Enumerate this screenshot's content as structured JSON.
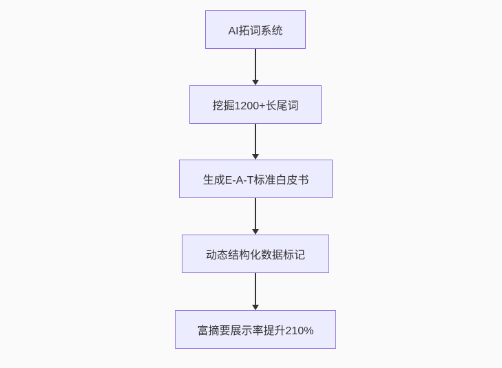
{
  "diagram": {
    "type": "flowchart-top-down",
    "colors": {
      "background": "#fafafa",
      "node_fill": "#ECECFF",
      "node_border": "#9370DB",
      "arrow_color": "#333333",
      "text_color": "#333333"
    },
    "nodes": [
      {
        "id": "step-1",
        "label": "AI拓词系统"
      },
      {
        "id": "step-2",
        "label": "挖掘1200+长尾词"
      },
      {
        "id": "step-3",
        "label": "生成E-A-T标准白皮书"
      },
      {
        "id": "step-4",
        "label": "动态结构化数据标记"
      },
      {
        "id": "step-5",
        "label": "富摘要展示率提升210%"
      }
    ],
    "edges": [
      {
        "from": "AI拓词系统",
        "to": "挖掘1200+长尾词"
      },
      {
        "from": "挖掘1200+长尾词",
        "to": "生成E-A-T标准白皮书"
      },
      {
        "from": "生成E-A-T标准白皮书",
        "to": "动态结构化数据标记"
      },
      {
        "from": "动态结构化数据标记",
        "to": "富摘要展示率提升210%"
      }
    ]
  }
}
